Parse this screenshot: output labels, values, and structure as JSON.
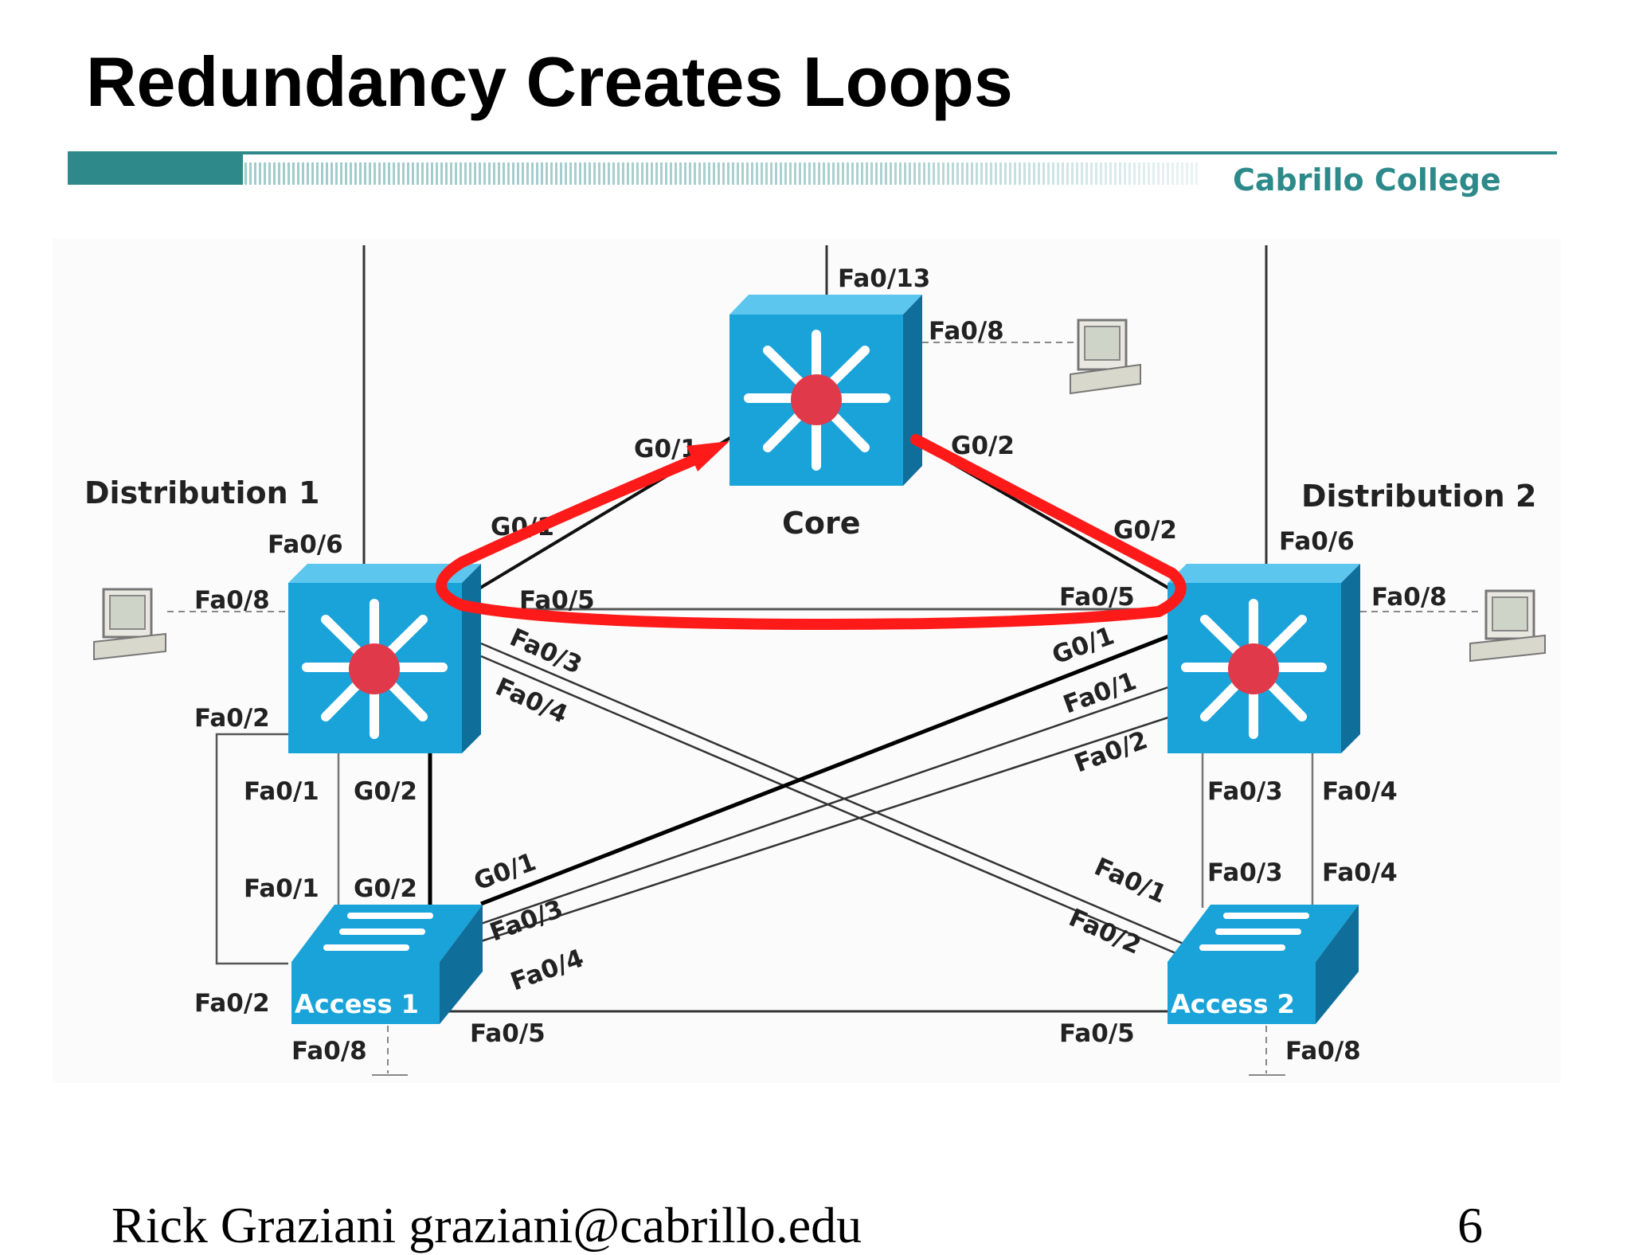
{
  "slide": {
    "title": "Redundancy Creates Loops",
    "brand": "Cabrillo College",
    "footer_left": "Rick Graziani  graziani@cabrillo.edu",
    "page_number": "6"
  },
  "colors": {
    "banner_teal": "#2e8a8a",
    "switch_blue": "#1aa3d9",
    "switch_dark": "#0f6e9a",
    "loop_red": "#ff1a1a",
    "hub_red": "#e03a4a"
  },
  "devices": {
    "core": "Core",
    "dist1": "Distribution 1",
    "dist2": "Distribution 2",
    "access1": "Access 1",
    "access2": "Access 2"
  },
  "ports": {
    "core_fa013": "Fa0/13",
    "core_fa08": "Fa0/8",
    "core_g01": "G0/1",
    "core_g02": "G0/2",
    "d1_fa06": "Fa0/6",
    "d1_fa08": "Fa0/8",
    "d1_g01": "G0/1",
    "d1_fa05": "Fa0/5",
    "d1_fa03": "Fa0/3",
    "d1_fa04": "Fa0/4",
    "d1_fa02": "Fa0/2",
    "d1_fa01": "Fa0/1",
    "d1_g02": "G0/2",
    "d2_g02_top": "G0/2",
    "d2_fa06": "Fa0/6",
    "d2_fa08": "Fa0/8",
    "d2_fa05": "Fa0/5",
    "d2_g01": "G0/1",
    "d2_fa01": "Fa0/1",
    "d2_fa02": "Fa0/2",
    "d2_fa03": "Fa0/3",
    "d2_fa04": "Fa0/4",
    "a1_fa01": "Fa0/1",
    "a1_g02": "G0/2",
    "a1_g01": "G0/1",
    "a1_fa03": "Fa0/3",
    "a1_fa04": "Fa0/4",
    "a1_fa02": "Fa0/2",
    "a1_fa08": "Fa0/8",
    "a1_fa05": "Fa0/5",
    "a2_fa03": "Fa0/3",
    "a2_fa04": "Fa0/4",
    "a2_fa01": "Fa0/1",
    "a2_fa02": "Fa0/2",
    "a2_fa05": "Fa0/5",
    "a2_fa08": "Fa0/8"
  }
}
